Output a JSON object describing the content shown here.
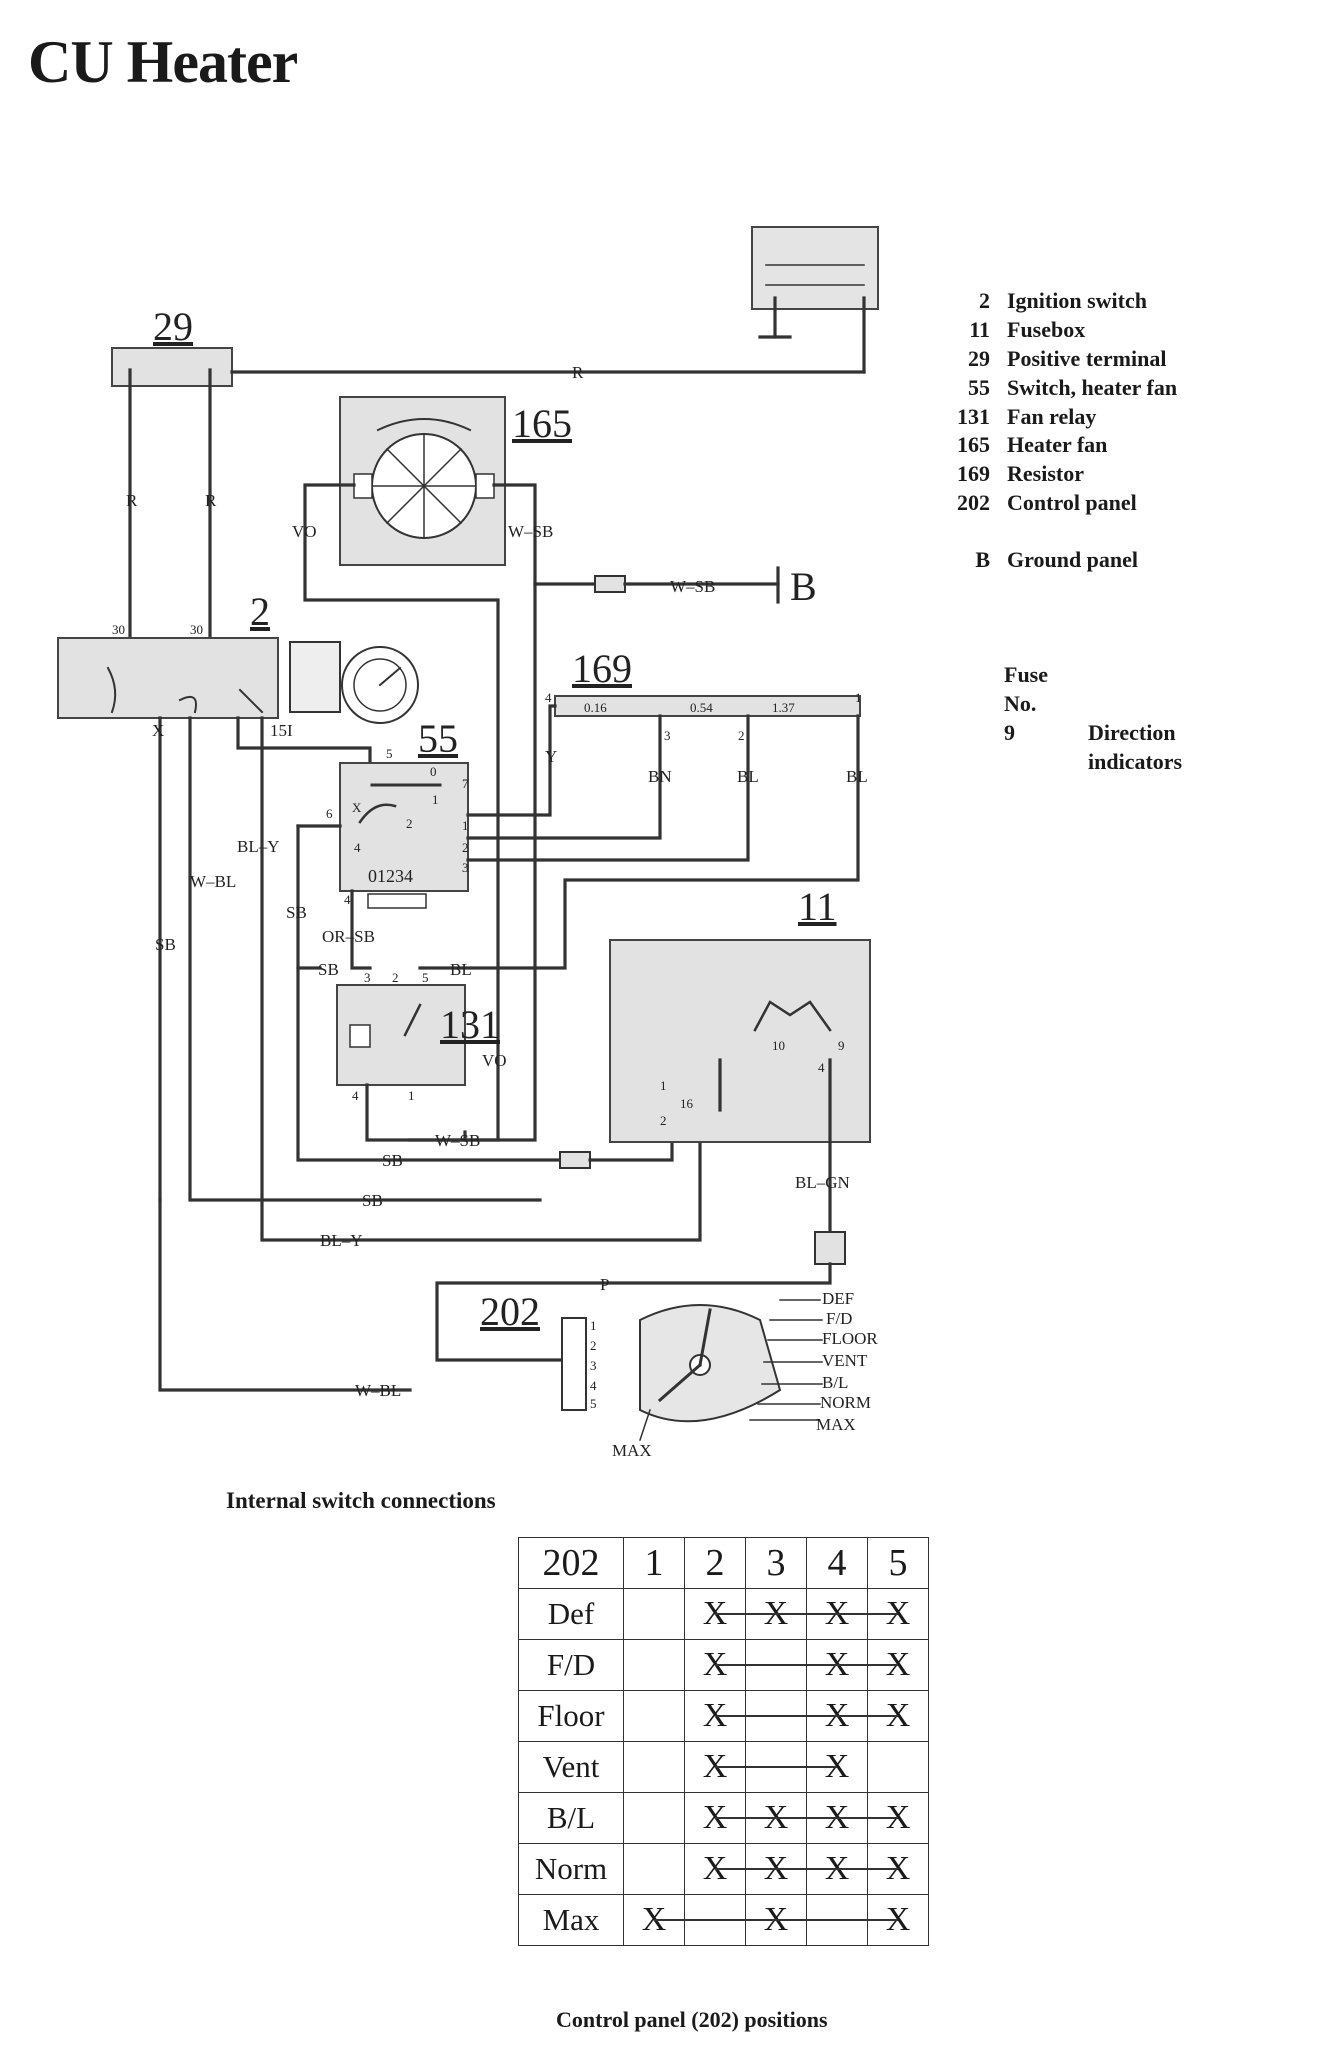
{
  "title": "CU Heater",
  "legend": [
    {
      "num": "2",
      "text": "Ignition switch"
    },
    {
      "num": "11",
      "text": "Fusebox"
    },
    {
      "num": "29",
      "text": "Positive terminal"
    },
    {
      "num": "55",
      "text": "Switch, heater fan"
    },
    {
      "num": "131",
      "text": "Fan relay"
    },
    {
      "num": "165",
      "text": "Heater fan"
    },
    {
      "num": "169",
      "text": "Resistor"
    },
    {
      "num": "202",
      "text": "Control panel"
    },
    {
      "num": "B",
      "text": "Ground panel"
    }
  ],
  "fuse": {
    "heading": "Fuse",
    "heading2": "No.",
    "num": "9",
    "desc": "Direction indicators"
  },
  "components": {
    "c29": "29",
    "c165": "165",
    "c2": "2",
    "c169": "169",
    "c55": "55",
    "c11": "11",
    "c131": "131",
    "c202": "202",
    "ground": "B"
  },
  "wires": {
    "r_top": "R",
    "r_left": "R",
    "r_right": "R",
    "vo_fan": "VO",
    "wsb_fan": "W–SB",
    "wsb_ground": "W–SB",
    "x": "X",
    "t151": "15I",
    "blY_left": "BL–Y",
    "wbl_left": "W–BL",
    "sb_left": "SB",
    "sb_55": "SB",
    "y": "Y",
    "bn": "BN",
    "bl_1": "BL",
    "bl_2": "BL",
    "or_sb": "OR–SB",
    "sb_relay": "SB",
    "bl_relay": "BL",
    "vo_relay": "VO",
    "wsb_relay": "W–SB",
    "sb_bottom1": "SB",
    "sb_bottom2": "SB",
    "blY_bottom": "BL–Y",
    "bl_gn": "BL–GN",
    "p": "P",
    "wbl_bottom": "W–BL",
    "t30a": "30",
    "t30b": "30"
  },
  "terminals": {
    "r169": [
      "4",
      "1",
      "3",
      "2",
      "0.16",
      "0.54",
      "1.37"
    ],
    "s55": [
      "5",
      "0",
      "7",
      "1",
      "6",
      "X",
      "2",
      "1",
      "2",
      "3",
      "4",
      "4",
      "01234"
    ],
    "relay": [
      "3",
      "2",
      "5",
      "4",
      "1"
    ],
    "fuse": [
      "10",
      "9",
      "4",
      "1",
      "2",
      "16"
    ],
    "panel": [
      "1",
      "2",
      "3",
      "4",
      "5"
    ]
  },
  "positions": [
    "DEF",
    "F/D",
    "FLOOR",
    "VENT",
    "B/L",
    "NORM",
    "MAX",
    "MAX"
  ],
  "captions": {
    "internal": "Internal switch connections",
    "control": "Control panel (202) positions"
  },
  "table": {
    "header": [
      "202",
      "1",
      "2",
      "3",
      "4",
      "5"
    ],
    "rows": [
      {
        "label": "Def",
        "cells": [
          "",
          "X",
          "X",
          "X",
          "X"
        ],
        "link": [
          2,
          5
        ]
      },
      {
        "label": "F/D",
        "cells": [
          "",
          "X",
          "",
          "X",
          "X"
        ],
        "link": [
          2,
          5
        ]
      },
      {
        "label": "Floor",
        "cells": [
          "",
          "X",
          "",
          "X",
          "X"
        ],
        "link": [
          2,
          5
        ]
      },
      {
        "label": "Vent",
        "cells": [
          "",
          "X",
          "",
          "X",
          ""
        ],
        "link": [
          2,
          4
        ]
      },
      {
        "label": "B/L",
        "cells": [
          "",
          "X",
          "X",
          "X",
          "X"
        ],
        "link": [
          2,
          5
        ]
      },
      {
        "label": "Norm",
        "cells": [
          "",
          "X",
          "X",
          "X",
          "X"
        ],
        "link": [
          2,
          5
        ]
      },
      {
        "label": "Max",
        "cells": [
          "X",
          "",
          "X",
          "",
          "X"
        ],
        "link": [
          1,
          5
        ]
      }
    ]
  }
}
